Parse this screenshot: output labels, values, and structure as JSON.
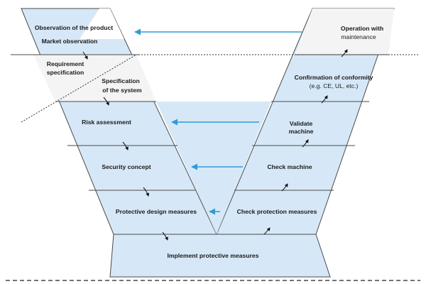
{
  "colors": {
    "fill": "#d6e8f7",
    "band_fill": "#f4f4f4",
    "stroke": "#4a4a4a",
    "feedback_arrow": "#2e9bd6"
  },
  "left_phases": {
    "observation": "Observation of the product",
    "market": "Market observation",
    "requirement_1": "Requirement",
    "requirement_2": "specification",
    "system_1": "Specification",
    "system_2": "of the system",
    "risk": "Risk assessment",
    "security": "Security concept",
    "protective_design": "Protective design measures"
  },
  "bottom_phase": {
    "implement": "Implement protective measures"
  },
  "right_phases": {
    "check_protection": "Check protection measures",
    "check_machine": "Check machine",
    "validate_1": "Validate",
    "validate_2": "machine",
    "conformity_1": "Confirmation of conformity",
    "conformity_2": "(e.g. CE, UL, etc.)",
    "operation_1": "Operation with",
    "operation_2": "maintenance"
  },
  "icons": {
    "flow_arrow": "small-curved-arrow-icon",
    "feedback_arrow": "blue-left-arrow-icon"
  }
}
